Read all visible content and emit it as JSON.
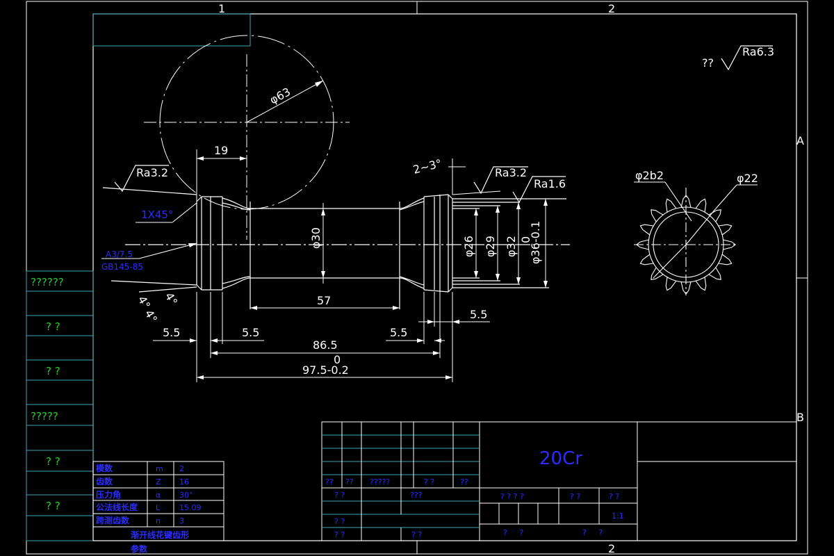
{
  "frame": {
    "zone_top_1": "1",
    "zone_top_2": "2",
    "zone_bottom_2": "2",
    "zone_right_a": "A",
    "zone_right_b": "B"
  },
  "surface": {
    "general_mark": "??",
    "general_ra": "Ra6.3",
    "ra_left": "Ra3.2",
    "ra_right1": "Ra3.2",
    "ra_right2": "Ra1.6"
  },
  "dims": {
    "d63": "φ63",
    "len19": "19",
    "taper": "2~3°",
    "chamfer": "1X45°",
    "center_hole_1": "A3/7.5",
    "center_hole_2": "GB145-85",
    "angle_4a": "4°",
    "angle_4b": "4°",
    "angle_4c": "4°",
    "d30": "φ30",
    "d26": "φ26",
    "d29": "φ29",
    "d32": "φ32",
    "d36": "φ36-0.1",
    "d36_upper": "0",
    "len57": "57",
    "len55_right": "5.5",
    "len55_left1": "5.5",
    "len55_left2": "5.5",
    "len55_mid": "5.5",
    "len865": "86.5",
    "len975": "97.5-0.2",
    "len975_upper": "0",
    "d2b2": "φ2b2",
    "d22": "φ22"
  },
  "left_column": [
    "??????",
    "? ?",
    "? ?",
    "?????",
    "? ?",
    "? ?"
  ],
  "param_table": {
    "rows": [
      {
        "name": "模数",
        "sym": "m",
        "val": "2"
      },
      {
        "name": "齿数",
        "sym": "Z",
        "val": "16"
      },
      {
        "name": "压力角",
        "sym": "α",
        "val": "30°"
      },
      {
        "name": "公法线长度",
        "sym": "L",
        "val": "15.09"
      },
      {
        "name": "跨测齿数",
        "sym": "n",
        "val": "3"
      }
    ],
    "footer1": "渐开线花键齿形",
    "footer2": "参数"
  },
  "title_block": {
    "material": "20Cr",
    "hdr1": "??",
    "hdr2": "??",
    "hdr3": "?????",
    "hdr4": "? ?",
    "hdr5": "??",
    "r1c1": "? ?",
    "r1c2": "???",
    "r3c1": "? ?",
    "r4c1": "? ?",
    "r4c2": "? ?",
    "mid_a": "? ? ? ?",
    "mid_b": "? ?",
    "mid_c": "? ?",
    "scale": "1:1",
    "bot_a": "?     ?",
    "bot_b": "?     ?"
  }
}
